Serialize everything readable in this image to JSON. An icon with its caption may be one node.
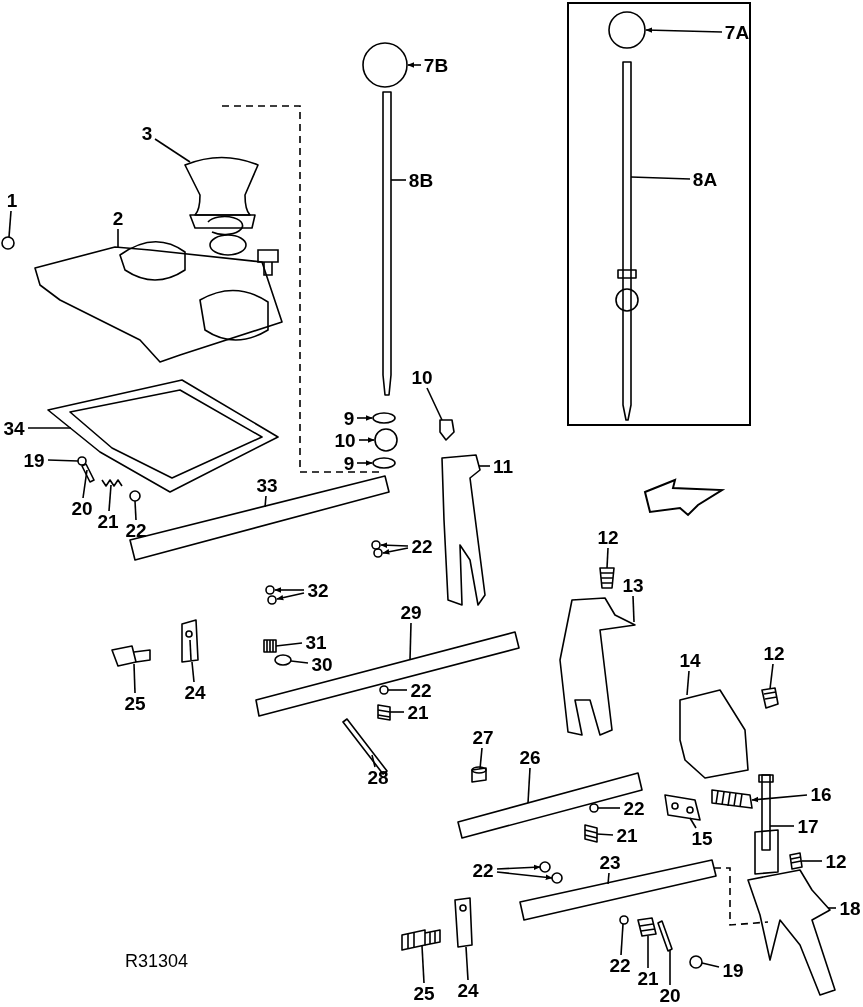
{
  "diagram": {
    "nodes": [
      {
        "text": [],
        "shape": "box"
      },
      {
        "text": [
          "7A"
        ],
        "in": 0
      },
      {
        "text": [
          "7B"
        ]
      },
      {
        "text": [
          "3"
        ]
      },
      {
        "text": [
          "8A"
        ],
        "in": 0
      },
      {
        "text": [
          "8B"
        ]
      },
      {
        "text": [
          "1"
        ]
      },
      {
        "text": [
          "2"
        ]
      },
      {
        "text": [
          "34"
        ]
      },
      {
        "text": [
          "9"
        ]
      },
      {
        "text": [
          "10"
        ]
      },
      {
        "text": [
          "10"
        ]
      },
      {
        "text": [
          "11"
        ]
      },
      {
        "text": [
          "9"
        ]
      },
      {
        "text": [
          "19"
        ]
      },
      {
        "text": [
          "20"
        ]
      },
      {
        "text": [
          "21"
        ]
      },
      {
        "text": [
          "33"
        ]
      },
      {
        "text": [
          "22"
        ]
      },
      {
        "text": [
          "22"
        ]
      },
      {
        "text": [
          "12"
        ]
      },
      {
        "text": [
          "13"
        ]
      },
      {
        "text": [
          "32"
        ]
      },
      {
        "text": [
          "29"
        ]
      },
      {
        "text": [
          "31"
        ]
      },
      {
        "text": [
          "14"
        ]
      },
      {
        "text": [
          "12"
        ]
      },
      {
        "text": [
          "30"
        ]
      },
      {
        "text": [
          "25"
        ]
      },
      {
        "text": [
          "24"
        ]
      },
      {
        "text": [
          "22"
        ]
      },
      {
        "text": [
          "21"
        ]
      },
      {
        "text": [
          "27"
        ]
      },
      {
        "text": [
          "28"
        ]
      },
      {
        "text": [
          "26"
        ]
      },
      {
        "text": [
          "22"
        ]
      },
      {
        "text": [
          "16"
        ]
      },
      {
        "text": [
          "21"
        ]
      },
      {
        "text": [
          "15"
        ]
      },
      {
        "text": [
          "17"
        ]
      },
      {
        "text": [
          "12"
        ]
      },
      {
        "text": [
          "22"
        ]
      },
      {
        "text": [
          "23"
        ]
      },
      {
        "text": [
          "18"
        ]
      },
      {
        "text": [
          "25"
        ]
      },
      {
        "text": [
          "24"
        ]
      },
      {
        "text": [
          "22"
        ]
      },
      {
        "text": [
          "21"
        ]
      },
      {
        "text": [
          "20"
        ]
      },
      {
        "text": [
          "19"
        ]
      },
      {
        "text": [],
        "shape": "picture",
        "in": 0
      },
      {
        "text": [],
        "shape": "picture"
      },
      {
        "text": [],
        "shape": "picture"
      },
      {
        "text": [],
        "shape": "picture",
        "in": 0
      },
      {
        "text": [],
        "shape": "picture"
      },
      {
        "text": [],
        "shape": "picture"
      },
      {
        "text": [],
        "shape": "picture"
      },
      {
        "text": [],
        "shape": "picture"
      },
      {
        "text": [],
        "shape": "picture"
      },
      {
        "text": [],
        "shape": "picture"
      },
      {
        "text": [],
        "shape": "picture"
      },
      {
        "text": [],
        "shape": "picture"
      },
      {
        "text": [],
        "shape": "picture"
      },
      {
        "text": [],
        "shape": "picture"
      },
      {
        "text": [],
        "shape": "picture"
      },
      {
        "text": [],
        "shape": "picture"
      },
      {
        "text": [],
        "shape": "picture"
      },
      {
        "text": [],
        "shape": "picture"
      },
      {
        "text": [],
        "shape": "picture"
      },
      {
        "text": [],
        "shape": "picture"
      },
      {
        "text": [],
        "shape": "picture"
      },
      {
        "text": [],
        "shape": "picture"
      },
      {
        "text": [],
        "shape": "picture"
      },
      {
        "text": [],
        "shape": "picture"
      },
      {
        "text": [],
        "shape": "picture"
      },
      {
        "text": [],
        "shape": "picture"
      },
      {
        "text": [],
        "shape": "picture"
      },
      {
        "text": [],
        "shape": "picture"
      },
      {
        "text": [],
        "shape": "picture"
      },
      {
        "text": [],
        "shape": "picture"
      },
      {
        "text": [],
        "shape": "picture"
      },
      {
        "text": [],
        "shape": "picture"
      },
      {
        "text": [],
        "shape": "picture"
      },
      {
        "text": [],
        "shape": "picture"
      },
      {
        "text": [],
        "shape": "picture"
      },
      {
        "text": [],
        "shape": "picture"
      },
      {
        "text": [],
        "shape": "picture"
      },
      {
        "text": [],
        "shape": "picture"
      },
      {
        "text": [],
        "shape": "picture"
      },
      {
        "text": [],
        "shape": "picture"
      },
      {
        "text": [],
        "shape": "picture"
      },
      {
        "text": [],
        "shape": "picture"
      },
      {
        "text": [],
        "shape": "picture"
      },
      {
        "text": [],
        "shape": "picture"
      },
      {
        "text": [],
        "shape": "picture"
      },
      {
        "text": [],
        "shape": "picture"
      },
      {
        "text": [],
        "shape": "picture"
      },
      {
        "text": [],
        "shape": "picture"
      },
      {
        "text": [],
        "shape": "picture"
      },
      {
        "text": [],
        "shape": "picture"
      },
      {
        "text": [],
        "shape": "picture"
      },
      {
        "text": [],
        "shape": "picture"
      }
    ],
    "edges": [
      {
        "from": 1,
        "to": 50,
        "arrow": "to"
      },
      {
        "from": 2,
        "to": 51,
        "arrow": "to"
      },
      {
        "from": 3,
        "to": 52,
        "arrow": "none"
      },
      {
        "from": 4,
        "to": 53,
        "arrow": "none"
      },
      {
        "from": 5,
        "to": 54,
        "arrow": "none"
      },
      {
        "from": 6,
        "to": 55,
        "arrow": "none"
      },
      {
        "from": 7,
        "to": 56,
        "arrow": "none"
      },
      {
        "from": 8,
        "to": 57,
        "arrow": "none"
      },
      {
        "from": 9,
        "to": 58,
        "arrow": "to"
      },
      {
        "from": 10,
        "to": 59,
        "arrow": "none"
      },
      {
        "from": 11,
        "to": 60,
        "arrow": "to"
      },
      {
        "from": 12,
        "to": 61,
        "arrow": "none"
      },
      {
        "from": 13,
        "to": 62,
        "arrow": "to"
      },
      {
        "from": 14,
        "to": 63,
        "arrow": "none"
      },
      {
        "from": 15,
        "to": 64,
        "arrow": "none"
      },
      {
        "from": 16,
        "to": 65,
        "arrow": "none"
      },
      {
        "from": 17,
        "to": 66,
        "arrow": "none"
      },
      {
        "from": 18,
        "to": 67,
        "arrow": "none"
      },
      {
        "from": 19,
        "to": 68,
        "arrow": "to"
      },
      {
        "from": 19,
        "to": 69,
        "arrow": "to"
      },
      {
        "from": 20,
        "to": 70,
        "arrow": "none"
      },
      {
        "from": 21,
        "to": 71,
        "arrow": "none"
      },
      {
        "from": 22,
        "to": 72,
        "arrow": "to"
      },
      {
        "from": 22,
        "to": 73,
        "arrow": "to"
      },
      {
        "from": 23,
        "to": 74,
        "arrow": "none"
      },
      {
        "from": 24,
        "to": 75,
        "arrow": "none"
      },
      {
        "from": 25,
        "to": 76,
        "arrow": "none"
      },
      {
        "from": 26,
        "to": 77,
        "arrow": "none"
      },
      {
        "from": 27,
        "to": 78,
        "arrow": "none"
      },
      {
        "from": 28,
        "to": 79,
        "arrow": "none"
      },
      {
        "from": 29,
        "to": 80,
        "arrow": "none"
      },
      {
        "from": 30,
        "to": 81,
        "arrow": "none"
      },
      {
        "from": 31,
        "to": 82,
        "arrow": "none"
      },
      {
        "from": 32,
        "to": 83,
        "arrow": "none"
      },
      {
        "from": 33,
        "to": 84,
        "arrow": "none"
      },
      {
        "from": 34,
        "to": 85,
        "arrow": "none"
      },
      {
        "from": 35,
        "to": 86,
        "arrow": "none"
      },
      {
        "from": 36,
        "to": 87,
        "arrow": "to"
      },
      {
        "from": 37,
        "to": 88,
        "arrow": "none"
      },
      {
        "from": 38,
        "to": 89,
        "arrow": "none"
      },
      {
        "from": 39,
        "to": 90,
        "arrow": "none"
      },
      {
        "from": 40,
        "to": 91,
        "arrow": "none"
      },
      {
        "from": 41,
        "to": 92,
        "arrow": "to"
      },
      {
        "from": 41,
        "to": 93,
        "arrow": "to"
      },
      {
        "from": 42,
        "to": 94,
        "arrow": "none"
      },
      {
        "from": 43,
        "to": 95,
        "arrow": "none"
      },
      {
        "from": 44,
        "to": 96,
        "arrow": "none"
      },
      {
        "from": 45,
        "to": 97,
        "arrow": "none"
      },
      {
        "from": 46,
        "to": 98,
        "arrow": "none"
      },
      {
        "from": 47,
        "to": 99,
        "arrow": "none"
      },
      {
        "from": 48,
        "to": 100,
        "arrow": "none"
      },
      {
        "from": 49,
        "to": 101,
        "arrow": "none"
      },
      {
        "from": 94,
        "to": 95,
        "arrow": "none",
        "style": "dashed"
      }
    ],
    "labels": [
      "R31304"
    ]
  }
}
